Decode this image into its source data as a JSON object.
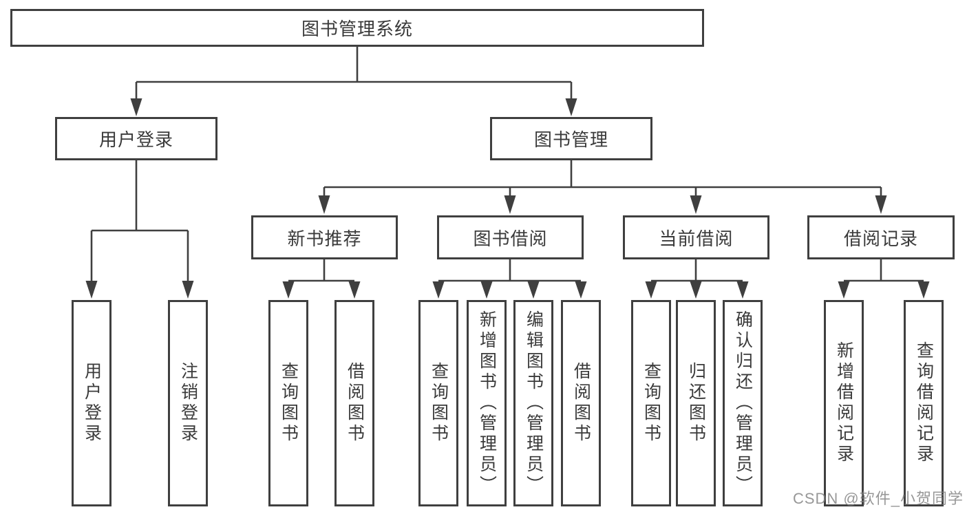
{
  "colors": {
    "line": "#3f3f3f",
    "box_border": "#3f3f3f",
    "text": "#3a3a3a",
    "background": "#ffffff",
    "watermark": "#7d7d7d"
  },
  "watermark": {
    "text": "CSDN @软件_小贺同学"
  },
  "tree": {
    "label": "图书管理系统",
    "children": [
      {
        "label": "用户登录",
        "children": [
          {
            "label": "用户登录"
          },
          {
            "label": "注销登录"
          }
        ]
      },
      {
        "label": "图书管理",
        "children": [
          {
            "label": "新书推荐",
            "children": [
              {
                "label": "查询图书"
              },
              {
                "label": "借阅图书"
              }
            ]
          },
          {
            "label": "图书借阅",
            "children": [
              {
                "label": "查询图书"
              },
              {
                "label": "新增图书（管理员）"
              },
              {
                "label": "编辑图书（管理员）"
              },
              {
                "label": "借阅图书"
              }
            ]
          },
          {
            "label": "当前借阅",
            "children": [
              {
                "label": "查询图书"
              },
              {
                "label": "归还图书"
              },
              {
                "label": "确认归还（管理员）"
              }
            ]
          },
          {
            "label": "借阅记录",
            "children": [
              {
                "label": "新增借阅记录"
              },
              {
                "label": "查询借阅记录"
              }
            ]
          }
        ]
      }
    ]
  }
}
